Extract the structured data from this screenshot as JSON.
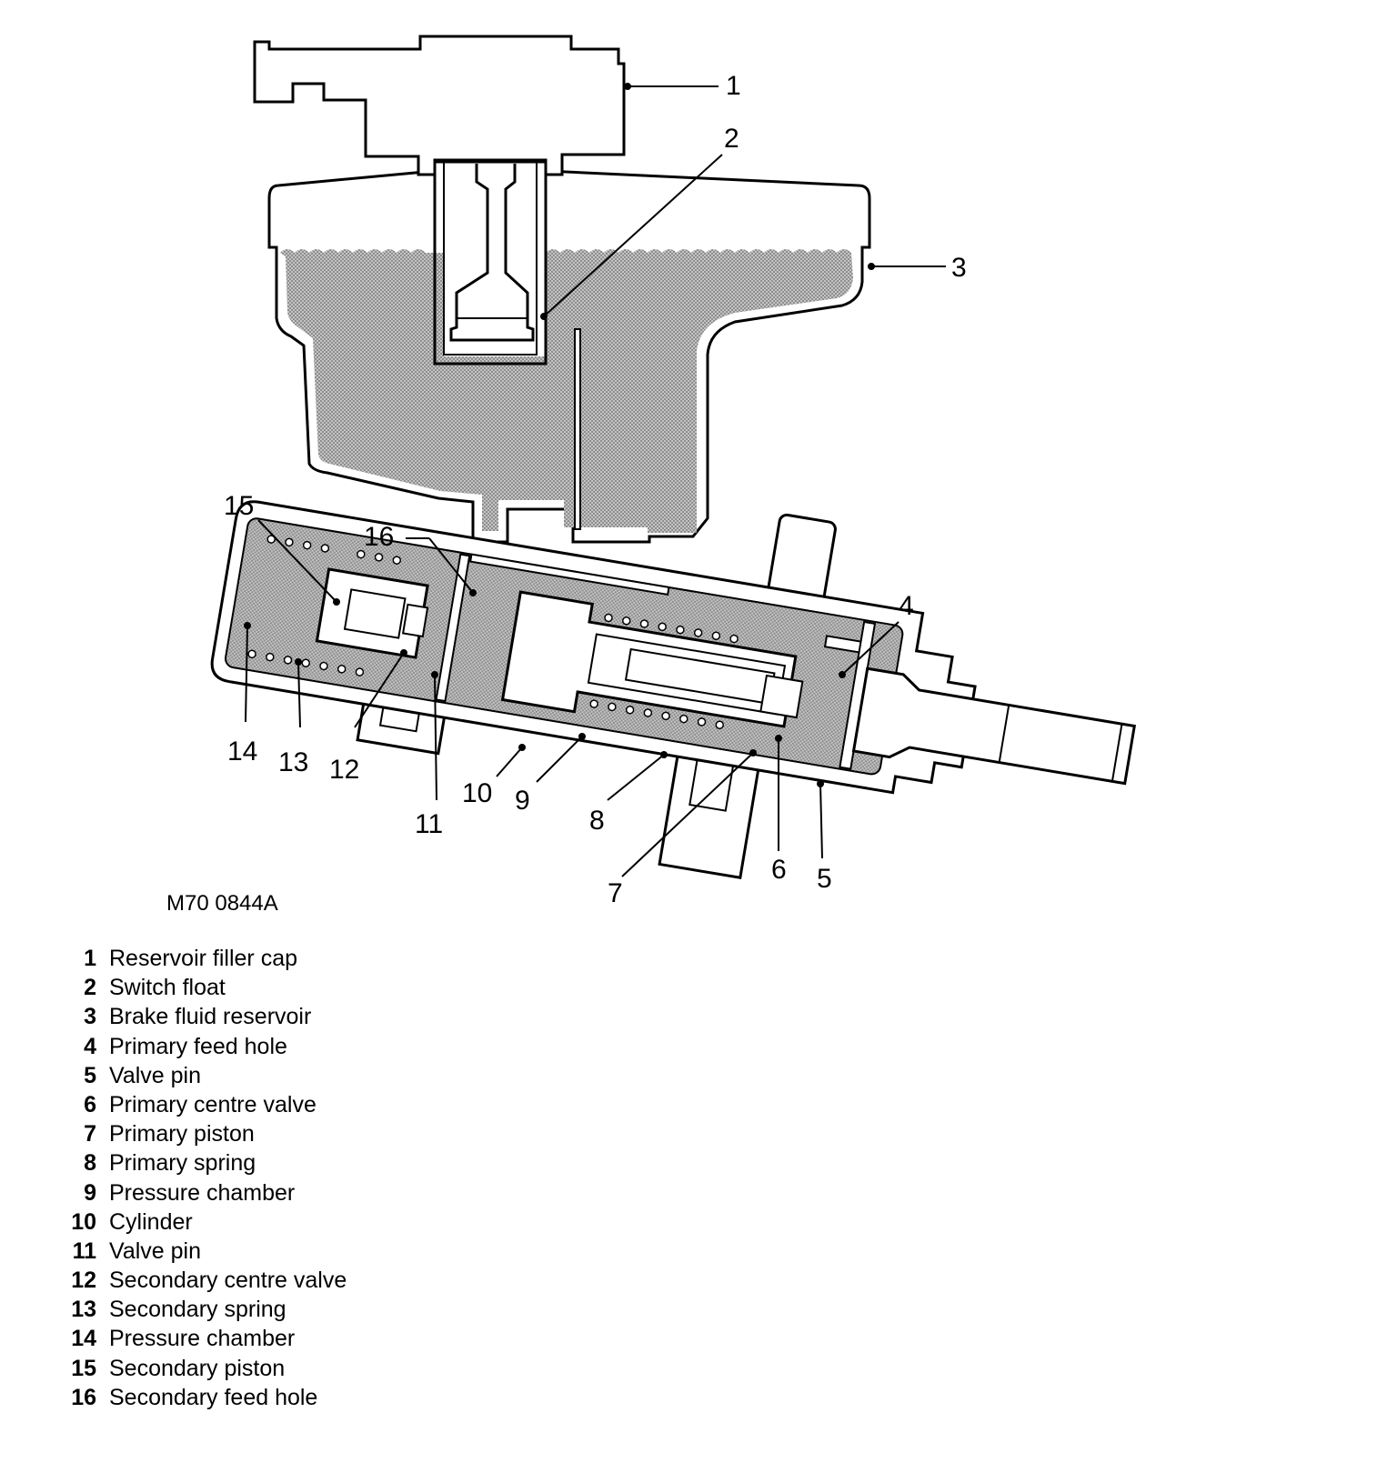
{
  "figure": {
    "code": "M70 0844A"
  },
  "callouts": [
    {
      "id": "1",
      "label": "1"
    },
    {
      "id": "2",
      "label": "2"
    },
    {
      "id": "3",
      "label": "3"
    },
    {
      "id": "4",
      "label": "4"
    },
    {
      "id": "5",
      "label": "5"
    },
    {
      "id": "6",
      "label": "6"
    },
    {
      "id": "7",
      "label": "7"
    },
    {
      "id": "8",
      "label": "8"
    },
    {
      "id": "9",
      "label": "9"
    },
    {
      "id": "10",
      "label": "10"
    },
    {
      "id": "11",
      "label": "11"
    },
    {
      "id": "12",
      "label": "12"
    },
    {
      "id": "13",
      "label": "13"
    },
    {
      "id": "14",
      "label": "14"
    },
    {
      "id": "15",
      "label": "15"
    },
    {
      "id": "16",
      "label": "16"
    }
  ],
  "legend": [
    {
      "num": "1",
      "text": "Reservoir filler cap"
    },
    {
      "num": "2",
      "text": "Switch float"
    },
    {
      "num": "3",
      "text": "Brake fluid reservoir"
    },
    {
      "num": "4",
      "text": "Primary feed hole"
    },
    {
      "num": "5",
      "text": "Valve pin"
    },
    {
      "num": "6",
      "text": "Primary centre valve"
    },
    {
      "num": "7",
      "text": "Primary piston"
    },
    {
      "num": "8",
      "text": "Primary spring"
    },
    {
      "num": "9",
      "text": "Pressure chamber"
    },
    {
      "num": "10",
      "text": "Cylinder"
    },
    {
      "num": "11",
      "text": "Valve pin"
    },
    {
      "num": "12",
      "text": "Secondary centre valve"
    },
    {
      "num": "13",
      "text": "Secondary spring"
    },
    {
      "num": "14",
      "text": "Pressure chamber"
    },
    {
      "num": "15",
      "text": "Secondary piston"
    },
    {
      "num": "16",
      "text": "Secondary feed hole"
    }
  ]
}
